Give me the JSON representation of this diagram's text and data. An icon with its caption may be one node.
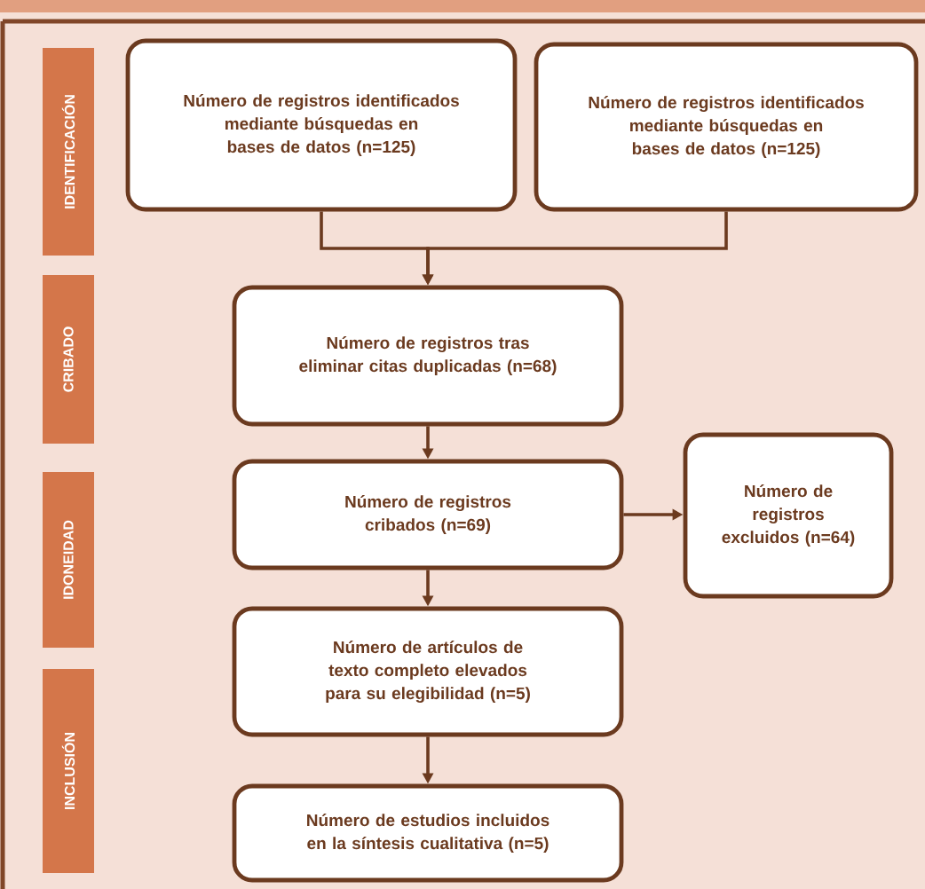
{
  "diagram": {
    "nodes": [
      {
        "text": [
          "IDENTIFICACIÓN"
        ]
      },
      {
        "text": [
          "CRIBADO"
        ]
      },
      {
        "text": [
          "IDONEIDAD"
        ]
      },
      {
        "text": [
          "INCLUSIÓN"
        ]
      },
      {
        "text": [
          "Número de registros identificados mediante búsquedas en bases de datos (n=125)"
        ]
      },
      {
        "text": [
          "Número de registros identificados mediante búsquedas en bases de datos (n=125)"
        ]
      },
      {
        "text": [
          "Número de registros tras eliminar citas duplicadas (n=68)"
        ]
      },
      {
        "text": [
          "Número de registros cribados (n=69)"
        ]
      },
      {
        "text": [
          "Número de registros excluidos (n=64)"
        ]
      },
      {
        "text": [
          "Número de artículos de texto completo elevados para su elegibilidad (n=5)"
        ]
      },
      {
        "text": [
          "Número de estudios incluidos en la síntesis cualitativa (n=5)"
        ]
      }
    ],
    "edges": [
      {
        "from": 4,
        "to": 6,
        "arrow": "to"
      },
      {
        "from": 5,
        "to": 6,
        "arrow": "to"
      },
      {
        "from": 6,
        "to": 7,
        "arrow": "to"
      },
      {
        "from": 7,
        "to": 8,
        "arrow": "to"
      },
      {
        "from": 7,
        "to": 9,
        "arrow": "to"
      },
      {
        "from": 9,
        "to": 10,
        "arrow": "to"
      }
    ]
  }
}
